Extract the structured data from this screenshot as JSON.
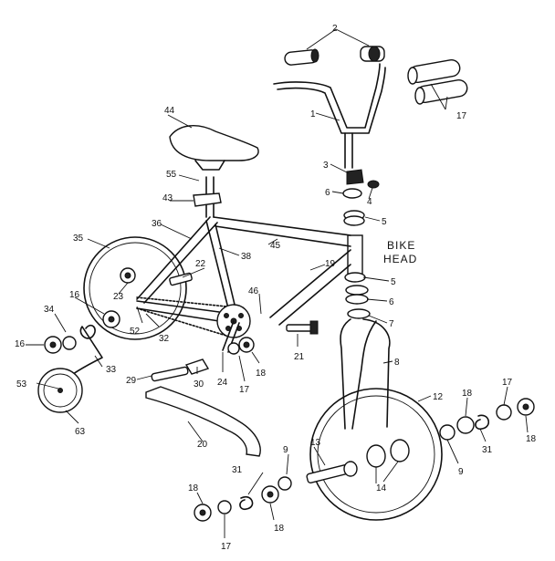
{
  "diagram": {
    "heading": {
      "line1": "BIKE",
      "line2": "HEAD"
    },
    "callouts": [
      {
        "id": "c-1",
        "label": "1"
      },
      {
        "id": "c-2",
        "label": "2"
      },
      {
        "id": "c-3",
        "label": "3"
      },
      {
        "id": "c-4",
        "label": "4"
      },
      {
        "id": "c-5a",
        "label": "5"
      },
      {
        "id": "c-5b",
        "label": "5"
      },
      {
        "id": "c-6a",
        "label": "6"
      },
      {
        "id": "c-6b",
        "label": "6"
      },
      {
        "id": "c-7",
        "label": "7"
      },
      {
        "id": "c-8",
        "label": "8"
      },
      {
        "id": "c-9a",
        "label": "9"
      },
      {
        "id": "c-9b",
        "label": "9"
      },
      {
        "id": "c-12",
        "label": "12"
      },
      {
        "id": "c-13",
        "label": "13"
      },
      {
        "id": "c-14",
        "label": "14"
      },
      {
        "id": "c-16a",
        "label": "16"
      },
      {
        "id": "c-16b",
        "label": "16"
      },
      {
        "id": "c-17a",
        "label": "17"
      },
      {
        "id": "c-17b",
        "label": "17"
      },
      {
        "id": "c-17c",
        "label": "17"
      },
      {
        "id": "c-17d",
        "label": "17"
      },
      {
        "id": "c-18a",
        "label": "18"
      },
      {
        "id": "c-18b",
        "label": "18"
      },
      {
        "id": "c-18c",
        "label": "18"
      },
      {
        "id": "c-18d",
        "label": "18"
      },
      {
        "id": "c-18e",
        "label": "18"
      },
      {
        "id": "c-19",
        "label": "19"
      },
      {
        "id": "c-20",
        "label": "20"
      },
      {
        "id": "c-21",
        "label": "21"
      },
      {
        "id": "c-22",
        "label": "22"
      },
      {
        "id": "c-23",
        "label": "23"
      },
      {
        "id": "c-24",
        "label": "24"
      },
      {
        "id": "c-29",
        "label": "29"
      },
      {
        "id": "c-30",
        "label": "30"
      },
      {
        "id": "c-31a",
        "label": "31"
      },
      {
        "id": "c-31b",
        "label": "31"
      },
      {
        "id": "c-32",
        "label": "32"
      },
      {
        "id": "c-33",
        "label": "33"
      },
      {
        "id": "c-34",
        "label": "34"
      },
      {
        "id": "c-35",
        "label": "35"
      },
      {
        "id": "c-36",
        "label": "36"
      },
      {
        "id": "c-38",
        "label": "38"
      },
      {
        "id": "c-43",
        "label": "43"
      },
      {
        "id": "c-44",
        "label": "44"
      },
      {
        "id": "c-45",
        "label": "45"
      },
      {
        "id": "c-46",
        "label": "46"
      },
      {
        "id": "c-52",
        "label": "52"
      },
      {
        "id": "c-53",
        "label": "53"
      },
      {
        "id": "c-55",
        "label": "55"
      },
      {
        "id": "c-63",
        "label": "63"
      }
    ]
  }
}
